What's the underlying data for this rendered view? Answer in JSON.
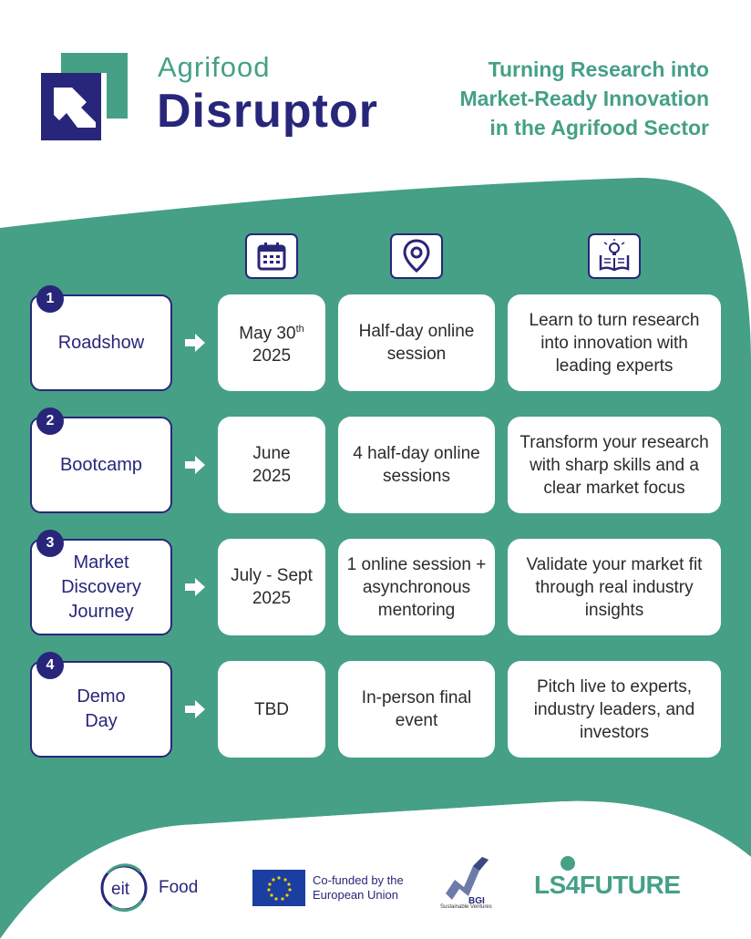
{
  "brand": {
    "small": "Agrifood",
    "big": "Disruptor"
  },
  "tagline": [
    "Turning Research into",
    "Market-Ready Innovation",
    "in the Agrifood Sector"
  ],
  "columns": {
    "date_icon": "calendar-icon",
    "format_icon": "location-pin-icon",
    "outcome_icon": "lightbulb-book-icon"
  },
  "steps": [
    {
      "num": "1",
      "name": "Roadshow",
      "date": "May 30",
      "date_sup": "th",
      "date_year": "2025",
      "format": "Half-day online session",
      "outcome": "Learn to turn research into innovation with leading experts"
    },
    {
      "num": "2",
      "name": "Bootcamp",
      "date": "June",
      "date_sup": "",
      "date_year": "2025",
      "format": "4 half-day online sessions",
      "outcome": "Transform your research with sharp skills and a clear market focus"
    },
    {
      "num": "3",
      "name": "Market Discovery Journey",
      "date": "July - Sept",
      "date_sup": "",
      "date_year": "2025",
      "format": "1 online session + asynchronous mentoring",
      "outcome": "Validate your market fit through real industry insights"
    },
    {
      "num": "4",
      "name": "Demo Day",
      "date": "TBD",
      "date_sup": "",
      "date_year": "",
      "format": "In-person final event",
      "outcome": "Pitch live to experts, industry leaders, and investors"
    }
  ],
  "footer": {
    "eit": "Food",
    "eit_mark": "eit",
    "eu": [
      "Co-funded by the",
      "European Union"
    ],
    "bgi": "BGI",
    "bgi_sub": "Sustainable Ventures",
    "ls": "LS4FUTURE"
  },
  "colors": {
    "green": "#45a086",
    "navy": "#28267a"
  }
}
